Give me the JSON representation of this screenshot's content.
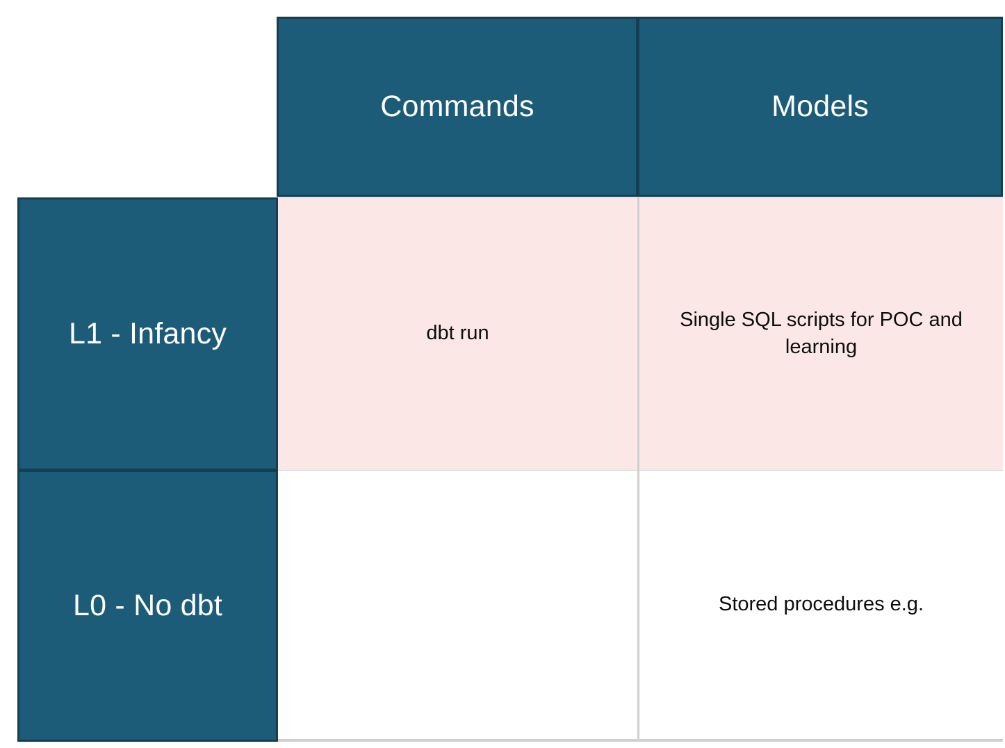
{
  "table": {
    "corner_label": "",
    "column_headers": [
      {
        "id": "commands",
        "label": "Commands"
      },
      {
        "id": "models",
        "label": "Models"
      }
    ],
    "rows": [
      {
        "id": "l1",
        "header": "L1 - Infancy",
        "highlight": true,
        "cells": [
          {
            "column": "commands",
            "text": "dbt run"
          },
          {
            "column": "models",
            "text": "Single SQL scripts for POC and learning"
          }
        ]
      },
      {
        "id": "l0",
        "header": "L0 - No dbt",
        "highlight": false,
        "cells": [
          {
            "column": "commands",
            "text": ""
          },
          {
            "column": "models",
            "text": "Stored procedures e.g."
          }
        ]
      }
    ]
  },
  "colors": {
    "header_teal": "#1C5C79",
    "header_teal_border": "#143F52",
    "row_highlight_pink": "#FBE8E6",
    "cell_white": "#FFFFFF",
    "grid_line": "#D0D0D0",
    "header_text": "#FFFFFF",
    "body_text": "#0D0D0D"
  }
}
